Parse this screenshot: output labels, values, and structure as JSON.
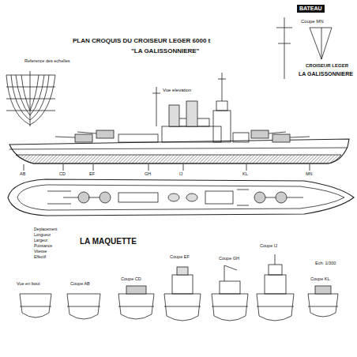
{
  "diagram": {
    "title": "PLAN CROQUIS DU CROISEUR LEGER 6000 t",
    "labels": [
      "\"LA GALISSONNIERE\"",
      "Reference des echelles",
      "Vue elevation",
      "BATEAU",
      "Coupe MN",
      "CROISEUR LEGER",
      "LA GALISSONNIERE",
      "AB",
      "CD",
      "EF",
      "GH",
      "IJ",
      "KL",
      "MN",
      "Deplacement",
      "Longueur",
      "Largeur",
      "Puissance",
      "Vitesse",
      "Effectif",
      "LA MAQUETTE",
      "Vue en bout",
      "Coupe AB",
      "Coupe CD",
      "Coupe EF",
      "Coupe GH",
      "Coupe IJ",
      "Coupe KL",
      "Ech: 1/300"
    ]
  }
}
